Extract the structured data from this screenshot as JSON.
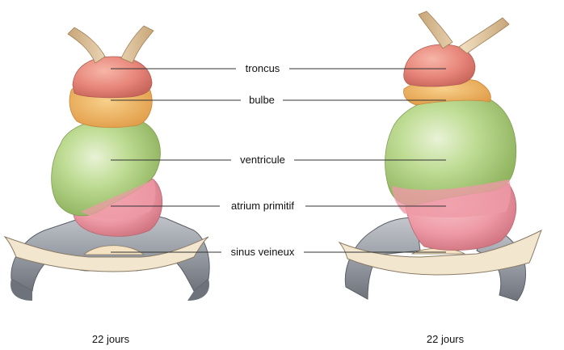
{
  "labels": {
    "troncus": "troncus",
    "bulbe": "bulbe",
    "ventricule": "ventricule",
    "atrium": "atrium primitif",
    "sinus": "sinus veineux"
  },
  "captions": {
    "left": "22 jours",
    "right": "22 jours"
  },
  "colors": {
    "troncus": "#e8857a",
    "bulbe": "#f0b25a",
    "ventricule": "#b9d98a",
    "atrium": "#ee9aa6",
    "sinus": "#9a9ea6",
    "vessel": "#e3c9a2",
    "line": "#333333"
  }
}
